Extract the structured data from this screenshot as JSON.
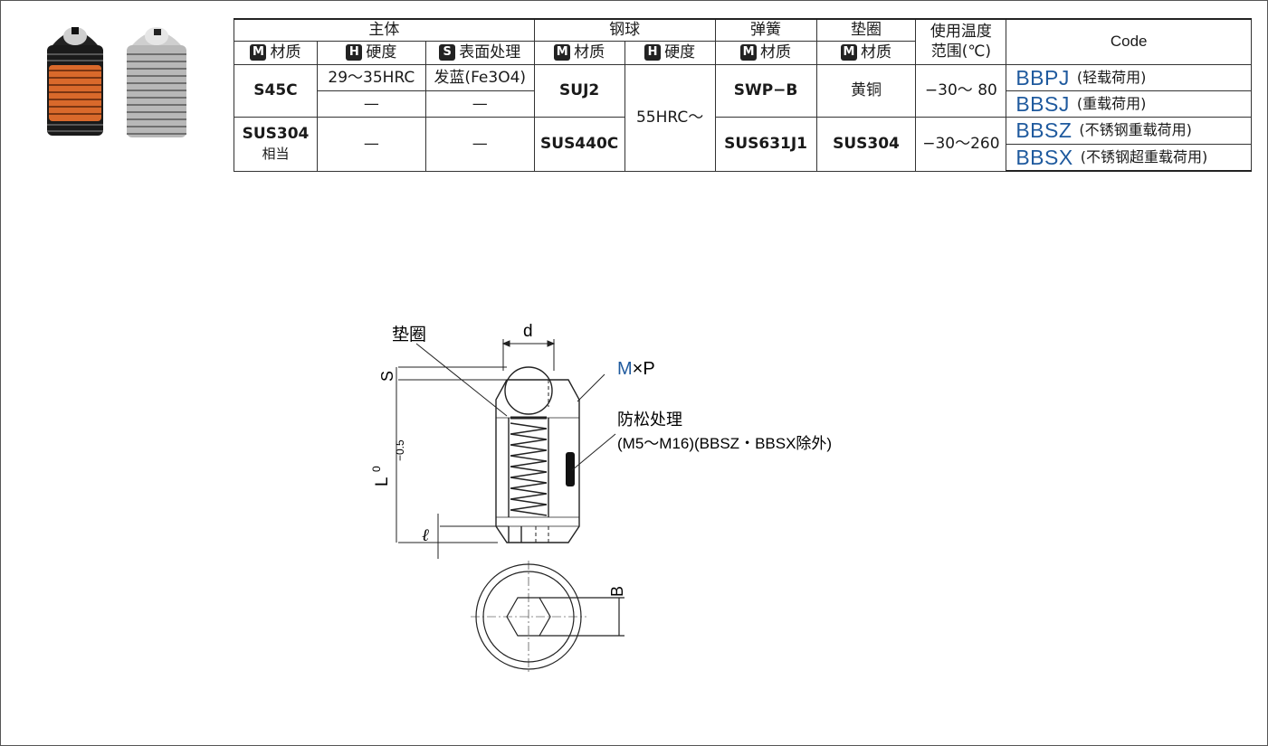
{
  "colors": {
    "code": "#1f5a9e",
    "mxp_m": "#1f5a9e",
    "orange_thread": "#d9692b"
  },
  "table": {
    "headers": {
      "main_body": "主体",
      "steel_ball": "钢球",
      "spring": "弹簧",
      "washer": "垫圈",
      "temp_line1": "使用温度",
      "temp_line2": "范围(℃)",
      "code": "Code"
    },
    "subheaders": {
      "material": "材质",
      "hardness": "硬度",
      "surface": "表面处理",
      "badge_m": "M",
      "badge_h": "H",
      "badge_s": "S"
    },
    "rows": {
      "r1_material": "S45C",
      "r1_hardness": "29〜35HRC",
      "r1_surface": "发蓝(Fe3O4)",
      "r1b_hardness": "—",
      "r1b_surface": "—",
      "r1_ball": "SUJ2",
      "ball_hardness": "55HRC〜",
      "r1_spring": "SWP−B",
      "r1_washer": "黄铜",
      "r1_temp": "−30〜 80",
      "r2_material": "SUS304",
      "r2_material_sub": "相当",
      "r2_hardness": "—",
      "r2_surface": "—",
      "r2_ball": "SUS440C",
      "r2_spring": "SUS631J1",
      "r2_washer": "SUS304",
      "r2_temp": "−30〜260"
    },
    "codes": [
      {
        "code": "BBPJ",
        "note": "(轻载荷用)"
      },
      {
        "code": "BBSJ",
        "note": "(重载荷用)"
      },
      {
        "code": "BBSZ",
        "note": "(不锈钢重载荷用)"
      },
      {
        "code": "BBSX",
        "note": "(不锈钢超重载荷用)"
      }
    ]
  },
  "drawing": {
    "washer_label": "垫圈",
    "d_label": "d",
    "m_label": "M",
    "xp_label": "×P",
    "lock_label": "防松处理",
    "lock_note": "(M5〜M16)(BBSZ・BBSX除外)",
    "s_label": "S",
    "l_label": "L",
    "l_tol_top": "0",
    "l_tol_bottom": "−0.5",
    "ell_label": "ℓ",
    "b_label": "B"
  }
}
